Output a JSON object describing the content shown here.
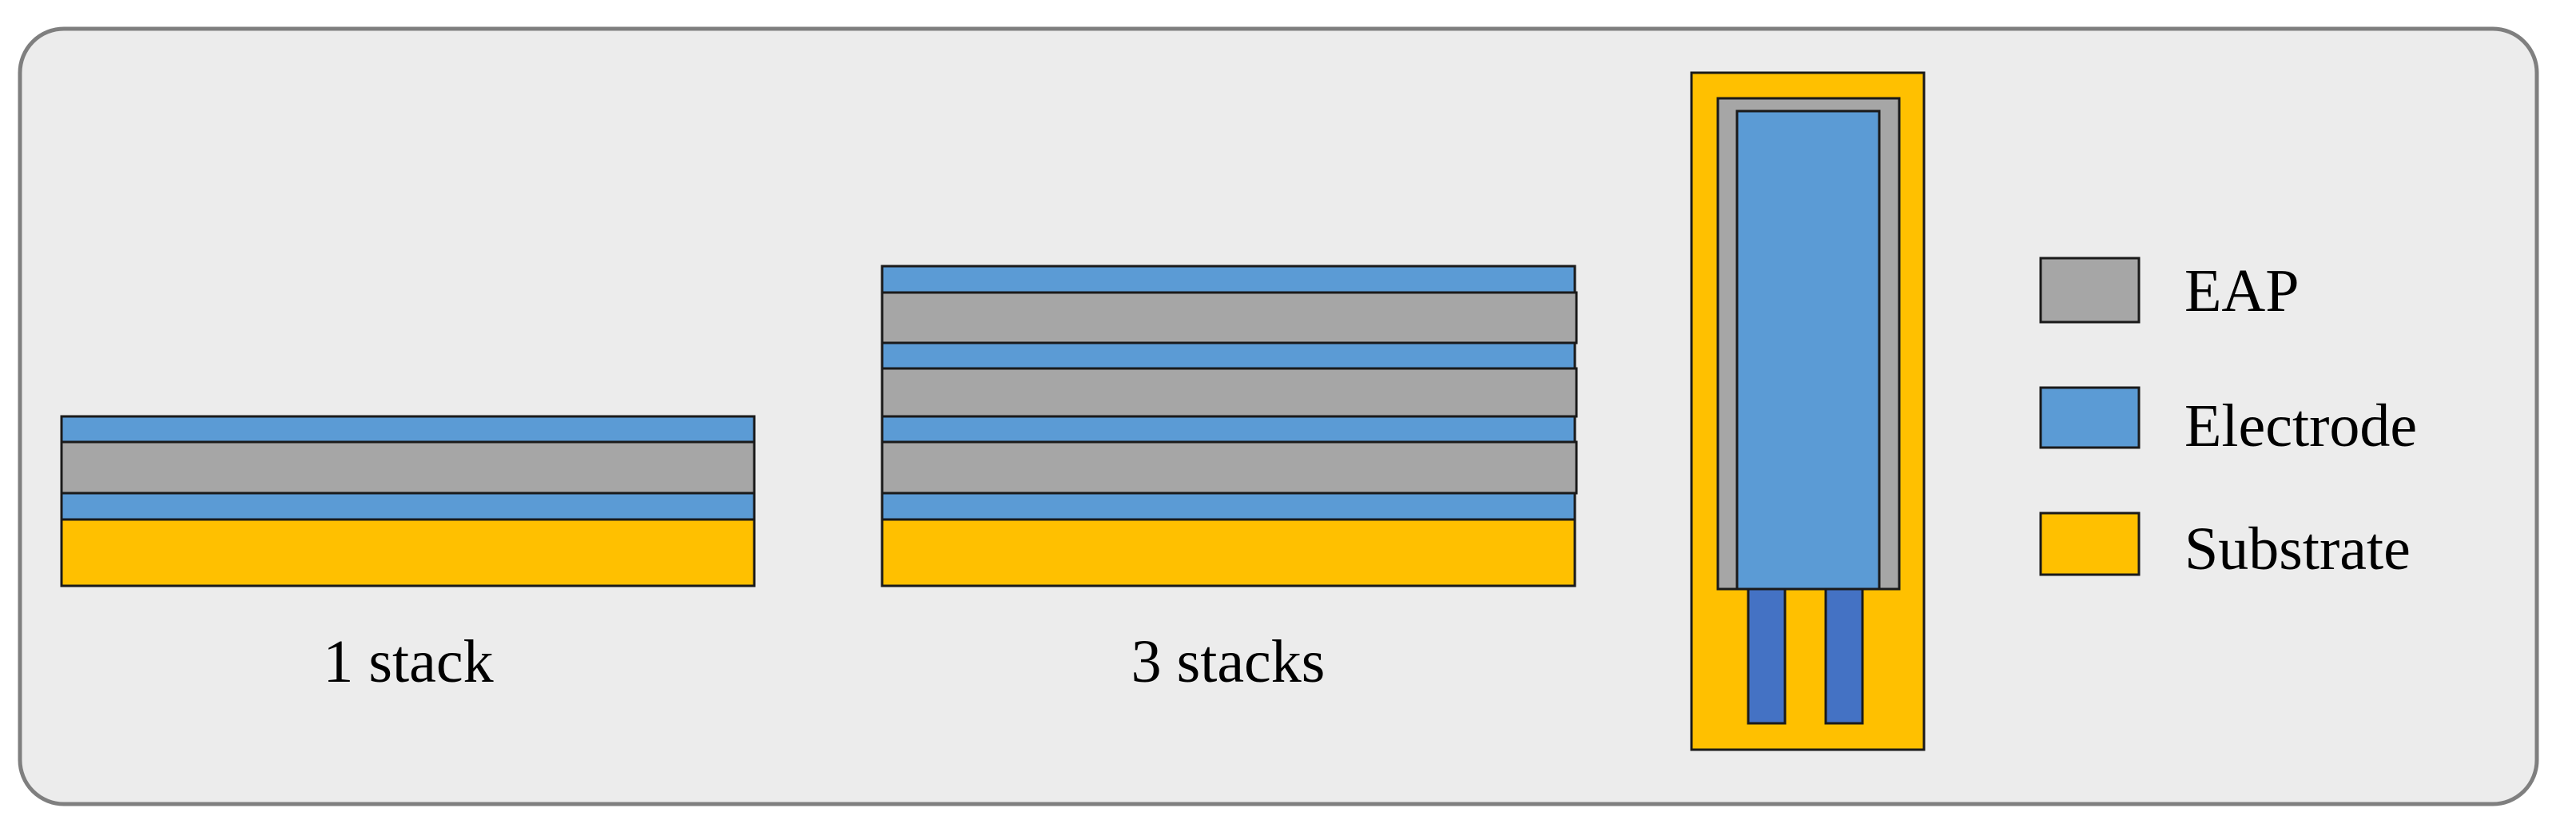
{
  "stack_labels": {
    "one": "1 stack",
    "three": "3 stacks"
  },
  "legend": {
    "items": [
      {
        "label": "EAP",
        "color": "#a6a6a6"
      },
      {
        "label": "Electrode",
        "color": "#5b9bd5"
      },
      {
        "label": "Substrate",
        "color": "#ffc000"
      }
    ]
  },
  "colors": {
    "panel_background": "#ececec",
    "panel_border": "#7f7f7f",
    "eap": "#a6a6a6",
    "electrode": "#5b9bd5",
    "substrate": "#ffc000",
    "terminal": "#4472c4",
    "outline": "#1a1a1a"
  }
}
